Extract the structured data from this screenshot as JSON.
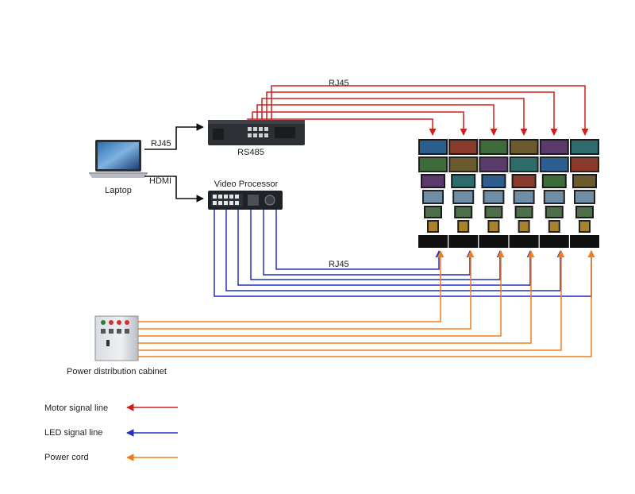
{
  "devices": {
    "laptop": "Laptop",
    "rs485": "RS485",
    "video_processor": "Video Processor",
    "cabinet": "Power distribution cabinet"
  },
  "connections": {
    "rj45_laptop": "RJ45",
    "hdmi_laptop": "HDMI",
    "rj45_motor": "RJ45",
    "rj45_led": "RJ45"
  },
  "legend": {
    "motor": "Motor signal line",
    "led": "LED signal line",
    "power": "Power cord"
  },
  "colors": {
    "motor": "#d11e1e",
    "led": "#1f2fbf",
    "power": "#f07d1a",
    "black": "#111111"
  },
  "display_units": 6
}
